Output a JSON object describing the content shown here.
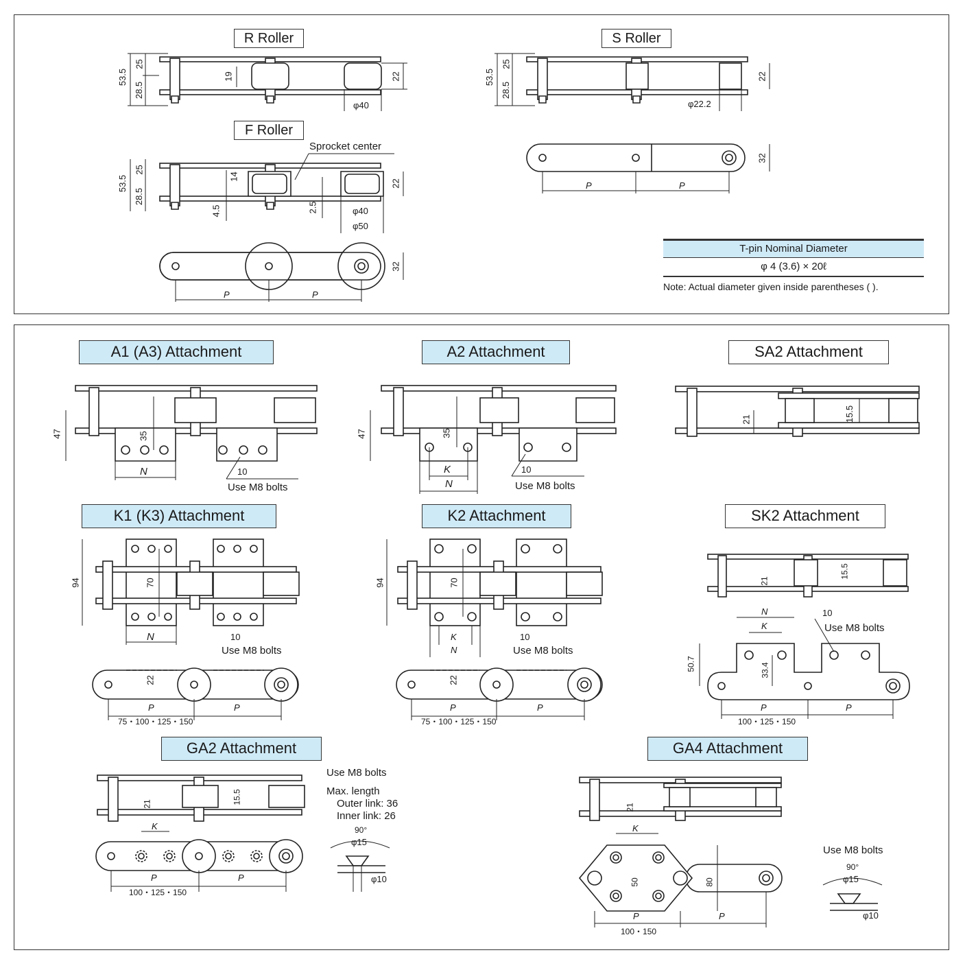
{
  "roller_types": {
    "r_roller": {
      "title": "R Roller",
      "dims": {
        "total": "53.5",
        "upper": "25",
        "lower": "28.5",
        "inner": "19",
        "width": "22",
        "dia": "φ40"
      }
    },
    "s_roller": {
      "title": "S Roller",
      "dims": {
        "total": "53.5",
        "upper": "25",
        "lower": "28.5",
        "width": "22",
        "dia": "φ22.2"
      }
    },
    "f_roller": {
      "title": "F Roller",
      "sprocket_label": "Sprocket center",
      "dims": {
        "total": "53.5",
        "upper": "25",
        "lower": "28.5",
        "flange": "14",
        "width": "22",
        "offset_a": "4.5",
        "offset_b": "2.5",
        "dia_in": "φ40",
        "dia_out": "φ50"
      }
    },
    "plan_height": "32",
    "pitch": "P"
  },
  "tpin_table": {
    "header": "T-pin Nominal Diameter",
    "value": "φ 4 (3.6) × 20ℓ",
    "note": "Note: Actual diameter given inside parentheses ( )."
  },
  "attachments": {
    "a1": {
      "title": "A1 (A3) Attachment",
      "h": "47",
      "v": "35",
      "n": "N",
      "hole": "10",
      "bolts": "Use M8 bolts"
    },
    "a2": {
      "title": "A2 Attachment",
      "h": "47",
      "v": "35",
      "k": "K",
      "n": "N",
      "hole": "10",
      "bolts": "Use M8 bolts"
    },
    "sa2": {
      "title": "SA2 Attachment",
      "h": "21",
      "v": "15.5"
    },
    "k1": {
      "title": "K1 (K3) Attachment",
      "h": "94",
      "v": "70",
      "n": "N",
      "hole": "10",
      "bolts": "Use M8 bolts",
      "plan_h": "22",
      "pitch_range": "75・100・125・150"
    },
    "k2": {
      "title": "K2 Attachment",
      "h": "94",
      "v": "70",
      "k": "K",
      "n": "N",
      "hole": "10",
      "bolts": "Use M8 bolts",
      "plan_h": "22",
      "pitch_range": "75・100・125・150"
    },
    "sk2": {
      "title": "SK2 Attachment",
      "h": "21",
      "v": "15.5",
      "n": "N",
      "k": "K",
      "hole": "10",
      "bolts": "Use M8 bolts",
      "plan_h": "50.7",
      "plan_v": "33.4",
      "pitch_range": "100・125・150"
    },
    "ga2": {
      "title": "GA2 Attachment",
      "h": "21",
      "v": "15.5",
      "k": "K",
      "bolts": "Use M8 bolts",
      "max_length": "Max. length",
      "outer": "Outer link: 36",
      "inner": "Inner link: 26",
      "angle": "90°",
      "c_dia": "φ15",
      "h_dia": "φ10",
      "pitch_range": "100・125・150"
    },
    "ga4": {
      "title": "GA4 Attachment",
      "h": "21",
      "k": "K",
      "v": "50",
      "plan_h": "80",
      "bolts": "Use M8 bolts",
      "angle": "90°",
      "c_dia": "φ15",
      "h_dia": "φ10",
      "pitch_range": "100・150"
    }
  }
}
